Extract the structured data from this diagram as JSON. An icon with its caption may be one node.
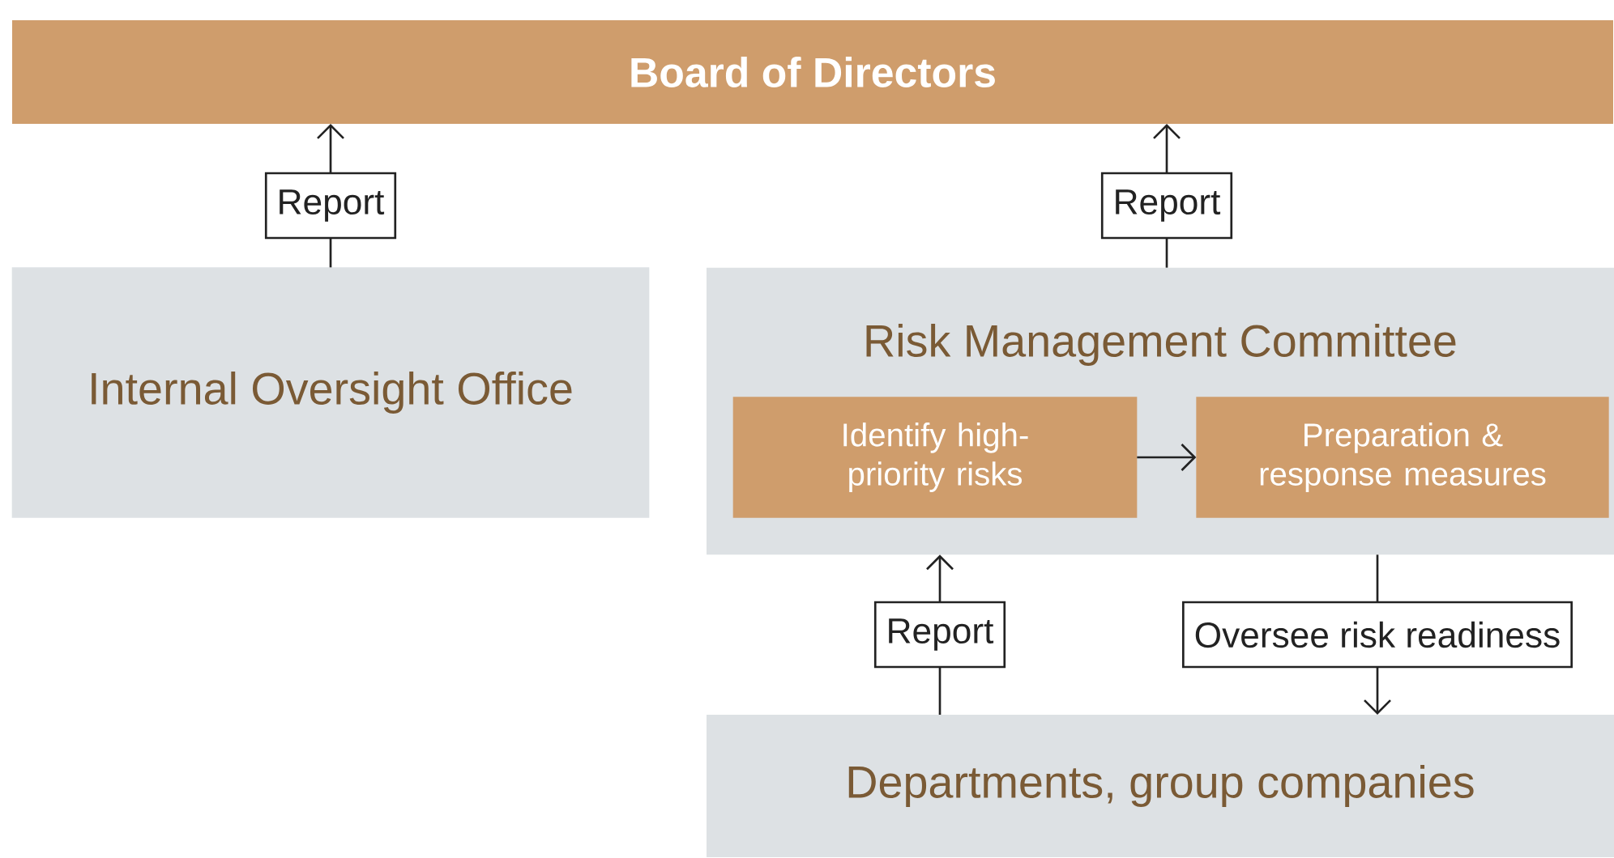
{
  "diagram": {
    "nodes": [
      {
        "text": [
          "Board of Directors"
        ]
      },
      {
        "text": [
          "Internal Oversight Office"
        ]
      },
      {
        "text": [
          "Risk Management Committee"
        ]
      },
      {
        "text": [
          "Identify high-priority risks"
        ],
        "in": 2
      },
      {
        "text": [
          "Preparation & response measures"
        ],
        "in": 2
      },
      {
        "text": [
          "Departments, group companies"
        ]
      }
    ],
    "edges": [
      {
        "from": 1,
        "to": 0,
        "arrow": "to",
        "label": "Report"
      },
      {
        "from": 2,
        "to": 0,
        "arrow": "to",
        "label": "Report"
      },
      {
        "from": 3,
        "to": 4,
        "arrow": "to"
      },
      {
        "from": 5,
        "to": 2,
        "arrow": "to",
        "label": "Report"
      },
      {
        "from": 2,
        "to": 5,
        "arrow": "to",
        "label": "Oversee risk readiness"
      }
    ]
  }
}
